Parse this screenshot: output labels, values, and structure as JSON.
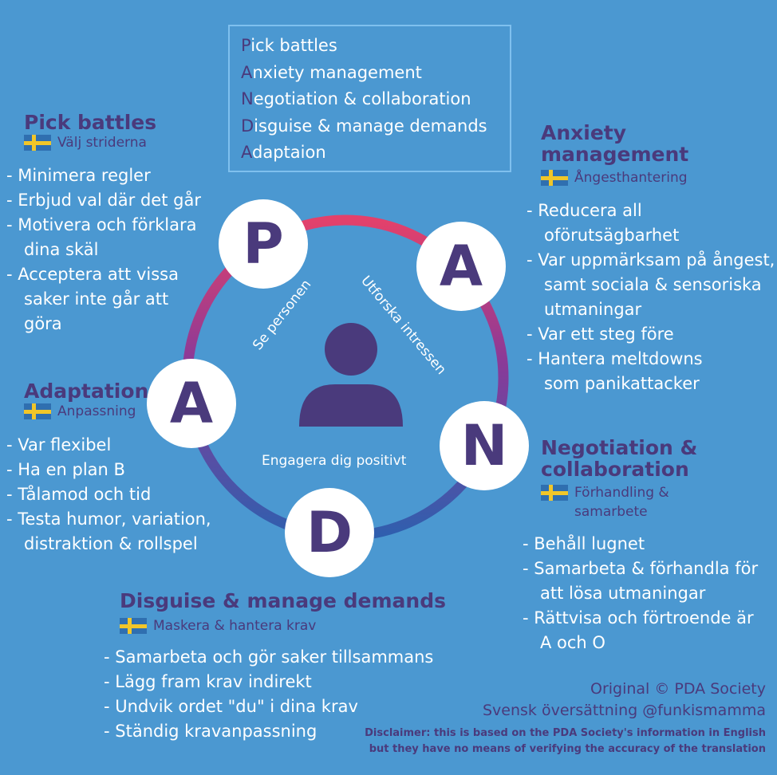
{
  "legend": [
    {
      "first": "P",
      "rest": "ick battles"
    },
    {
      "first": "A",
      "rest": "nxiety management"
    },
    {
      "first": "N",
      "rest": "egotiation & collaboration"
    },
    {
      "first": "D",
      "rest": "isguise & manage demands"
    },
    {
      "first": "A",
      "rest": "daptaion"
    }
  ],
  "sections": {
    "pick": {
      "title": "Pick battles",
      "swedish": "Välj striderna",
      "items": [
        "Minimera regler",
        "Erbjud val där det går",
        "Motivera och förklara dina skäl",
        "Acceptera att vissa saker inte går att göra"
      ]
    },
    "anxiety": {
      "title": "Anxiety management",
      "swedish": "Ångesthantering",
      "items": [
        "Reducera all oförutsägbarhet",
        "Var uppmärksam på ångest, samt sociala & sensoriska utmaningar",
        "Var ett steg före",
        "Hantera meltdowns som panikattacker"
      ]
    },
    "adaptation": {
      "title": "Adaptation",
      "swedish": "Anpassning",
      "items": [
        "Var flexibel",
        "Ha en plan B",
        "Tålamod och tid",
        "Testa humor, variation, distraktion & rollspel"
      ]
    },
    "negotiation": {
      "title": "Negotiation & collaboration",
      "swedish": "Förhandling & samarbete",
      "items": [
        "Behåll lugnet",
        "Samarbeta & förhandla för att lösa utmaningar",
        "Rättvisa och förtroende är A och O"
      ]
    },
    "disguise": {
      "title": "Disguise & manage demands",
      "swedish": "Maskera & hantera krav",
      "items": [
        "Samarbeta och gör saker tillsammans",
        "Lägg fram krav indirekt",
        "Undvik ordet \"du\" i dina krav",
        "Ständig kravanpassning"
      ]
    }
  },
  "circle": {
    "letters": [
      "P",
      "A",
      "N",
      "D",
      "A"
    ],
    "labels": [
      "Se personen",
      "Utforska intressen",
      "Engagera dig positivt"
    ]
  },
  "credits": {
    "original": "Original © PDA Society",
    "translation": "Svensk översättning @funkismamma",
    "disclaimer1": "Disclaimer: this is based on the PDA Society's information in English",
    "disclaimer2": "but they have no means of verifying the accuracy of the translation"
  }
}
